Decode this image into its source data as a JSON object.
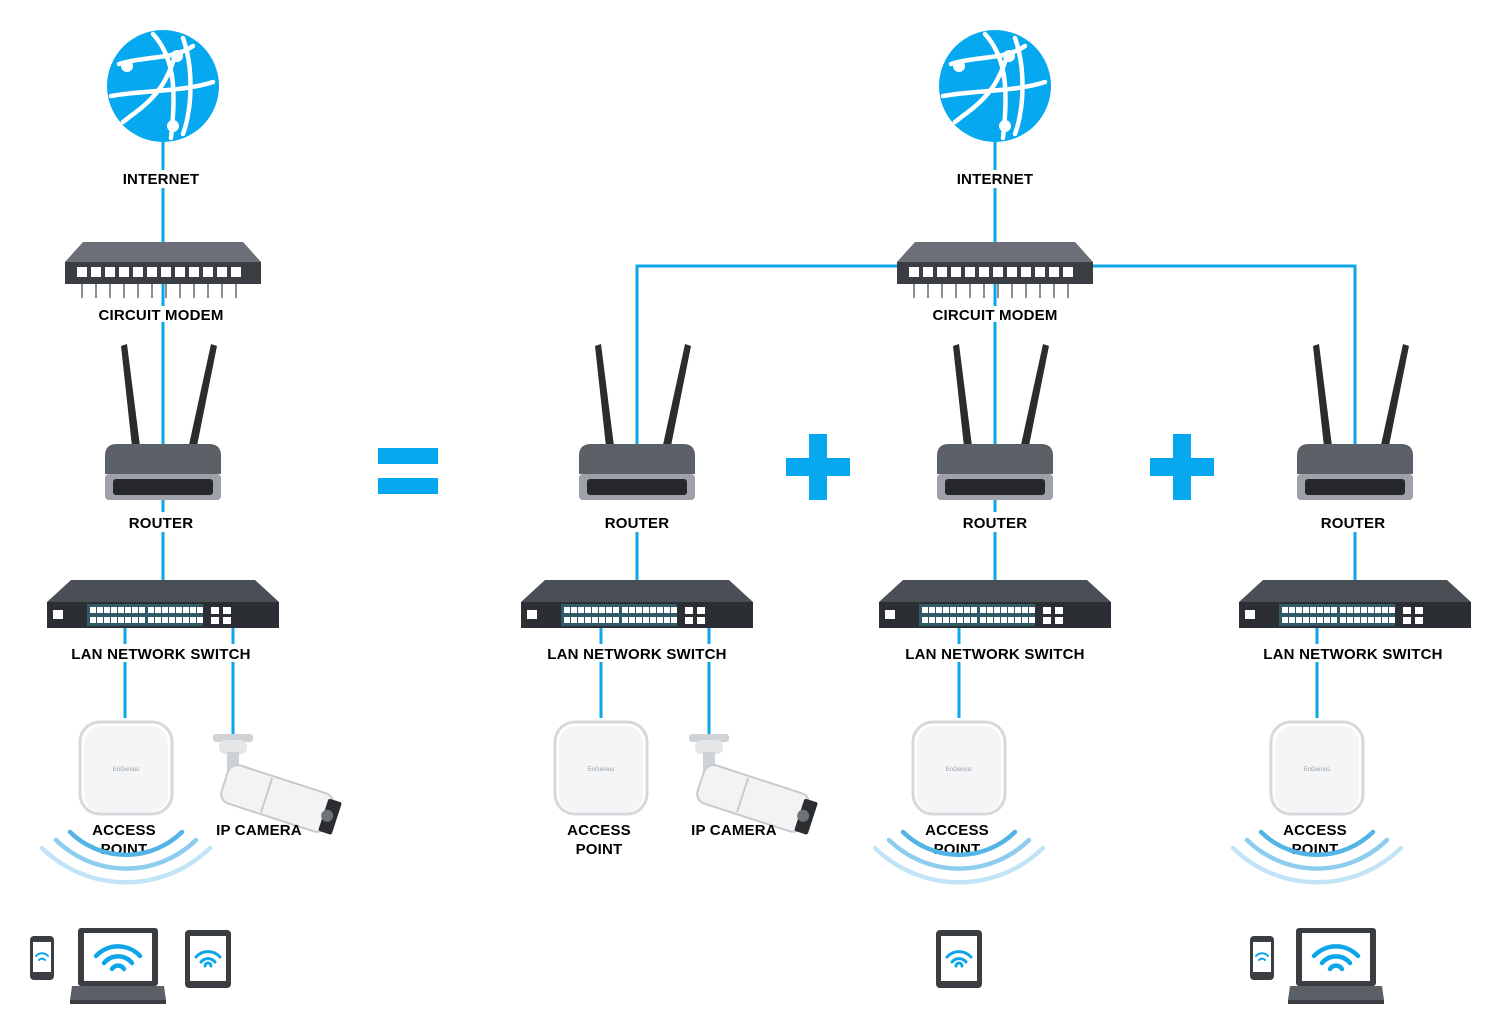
{
  "colors": {
    "link": "#0ea5e9",
    "globe": "#06a8f0",
    "operator": "#06a8f0",
    "device_dark": "#3a3d42",
    "device_mid": "#5b5f66",
    "switch_panel": "#2f5a66",
    "label": "#000000"
  },
  "icons": {
    "internet": "globe-icon",
    "modem": "modem-icon",
    "router": "router-icon",
    "switch": "network-switch-icon",
    "access_point": "access-point-icon",
    "camera": "ip-camera-icon",
    "wifi": "wifi-waves-icon",
    "phone": "smartphone-icon",
    "laptop": "laptop-icon",
    "tablet": "tablet-icon"
  },
  "labels": {
    "internet": "INTERNET",
    "modem": "CIRCUIT MODEM",
    "router": "ROUTER",
    "switch": "LAN NETWORK SWITCH",
    "ap_line1": "ACCESS",
    "ap_line2": "POINT",
    "camera": "IP CAMERA"
  },
  "operators": {
    "equals": "=",
    "plus": "+"
  }
}
